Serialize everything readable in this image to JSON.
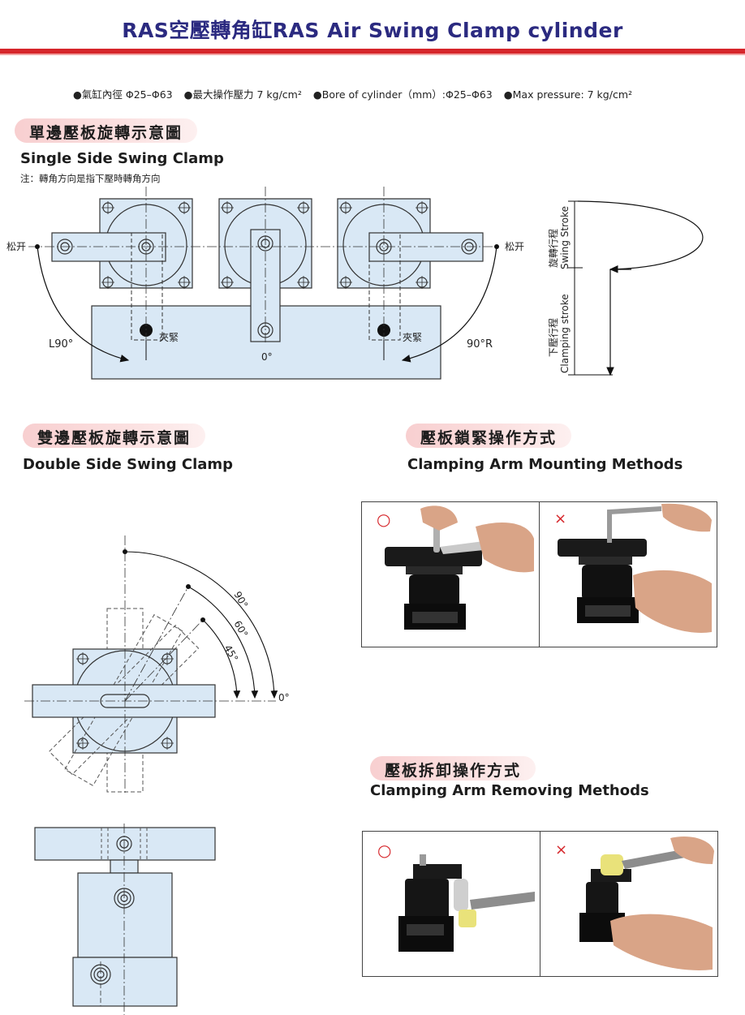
{
  "title": "RAS空壓轉角缸RAS Air Swing Clamp cylinder",
  "specs": {
    "bore_cn": "●氣缸內徑 Φ25–Φ63",
    "pressure_cn": "●最大操作壓力 7 kg/cm²",
    "bore_en": "●Bore of cylinder（mm）:Φ25–Φ63",
    "pressure_en": "●Max pressure: 7 kg/cm²"
  },
  "single": {
    "title_cn": "單邊壓板旋轉示意圖",
    "title_en": "Single Side Swing Clamp",
    "note": "注：轉角方向是指下壓時轉角方向",
    "label_release_left": "松开",
    "label_release_right": "松开",
    "label_clamp_left": "夾緊",
    "label_clamp_right": "夾緊",
    "label_l90": "L90°",
    "label_zero": "0°",
    "label_r90": "90°R"
  },
  "stroke": {
    "swing_cn": "旋轉行程",
    "swing_en": "Swing Stroke",
    "clamp_cn": "下壓行程",
    "clamp_en": "Clamping stroke"
  },
  "double": {
    "title_cn": "雙邊壓板旋轉示意圖",
    "title_en": "Double Side Swing Clamp",
    "angle_90": "90°",
    "angle_60": "60°",
    "angle_45": "45°",
    "angle_0": "0°"
  },
  "mounting": {
    "title_cn": "壓板鎖緊操作方式",
    "title_en": "Clamping Arm Mounting Methods",
    "correct_mark": "○",
    "wrong_mark": "×"
  },
  "removing": {
    "title_cn": "壓板拆卸操作方式",
    "title_en": "Clamping Arm Removing Methods",
    "correct_mark": "○",
    "wrong_mark": "×"
  },
  "colors": {
    "title_blue": "#2b2a80",
    "rule_red": "#d6262b",
    "part_fill": "#d9e8f5",
    "mark_red": "#d6262b"
  }
}
